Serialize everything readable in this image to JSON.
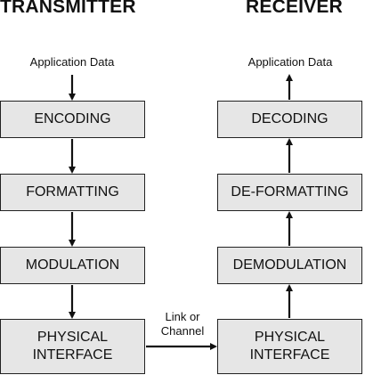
{
  "headings": {
    "transmitter": "TRANSMITTER",
    "receiver": "RECEIVER"
  },
  "transmitter": {
    "input_label": "Application Data",
    "blocks": [
      "ENCODING",
      "FORMATTING",
      "MODULATION",
      "PHYSICAL\nINTERFACE"
    ]
  },
  "receiver": {
    "output_label": "Application Data",
    "blocks": [
      "DECODING",
      "DE-FORMATTING",
      "DEMODULATION",
      "PHYSICAL\nINTERFACE"
    ]
  },
  "link": {
    "label_line1": "Link or",
    "label_line2": "Channel"
  },
  "colors": {
    "block_fill": "#e6e6e6",
    "block_border": "#222222",
    "arrow": "#111111"
  }
}
